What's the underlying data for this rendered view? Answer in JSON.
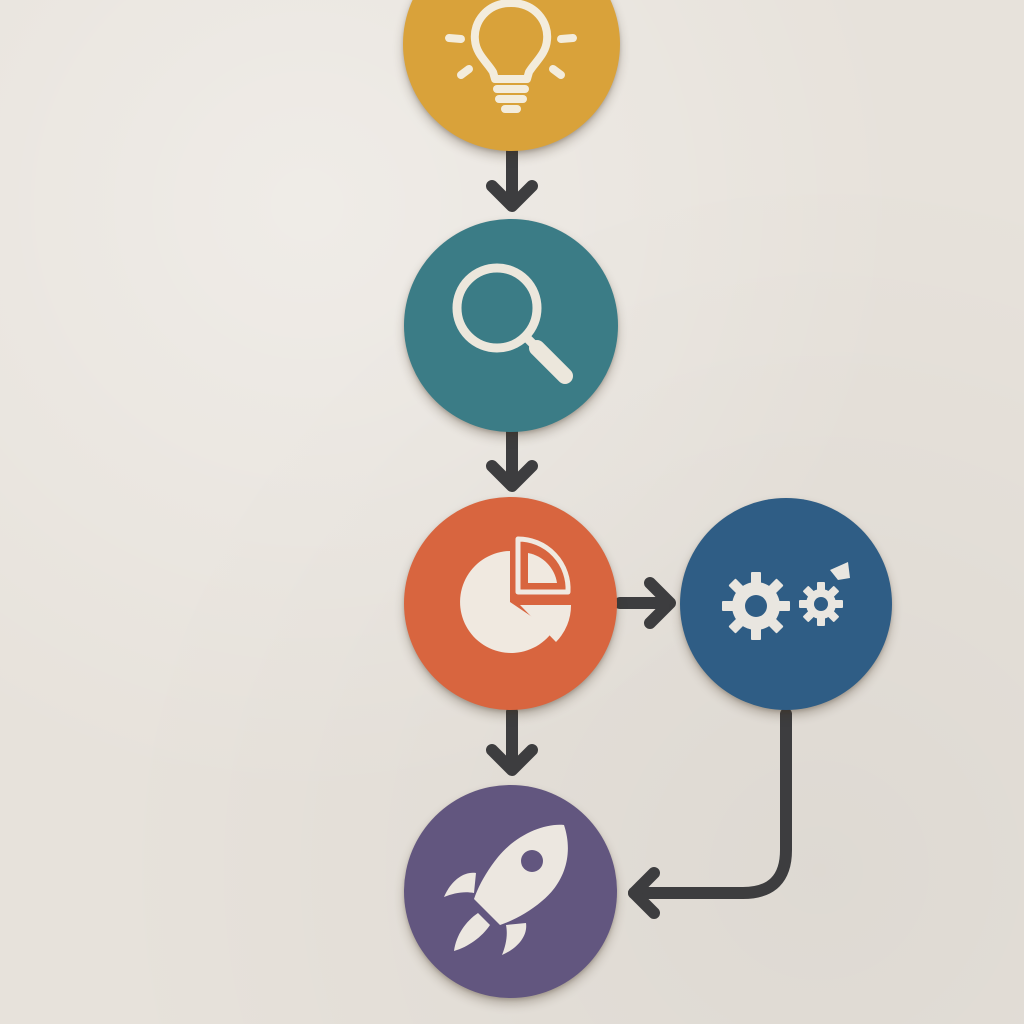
{
  "diagram": {
    "background": "#e7e2db",
    "connector_color": "#3d3d3f",
    "nodes": [
      {
        "id": "idea",
        "icon": "lightbulb-icon",
        "color": "#d9a23a"
      },
      {
        "id": "research",
        "icon": "magnifying-glass-icon",
        "color": "#3b7c86"
      },
      {
        "id": "analysis",
        "icon": "pie-chart-icon",
        "color": "#d8653f"
      },
      {
        "id": "process",
        "icon": "gears-icon",
        "color": "#2f5d85"
      },
      {
        "id": "launch",
        "icon": "rocket-icon",
        "color": "#62567f"
      }
    ],
    "edges": [
      {
        "from": "idea",
        "to": "research"
      },
      {
        "from": "research",
        "to": "analysis"
      },
      {
        "from": "analysis",
        "to": "launch"
      },
      {
        "from": "analysis",
        "to": "process"
      },
      {
        "from": "process",
        "to": "launch"
      }
    ]
  }
}
